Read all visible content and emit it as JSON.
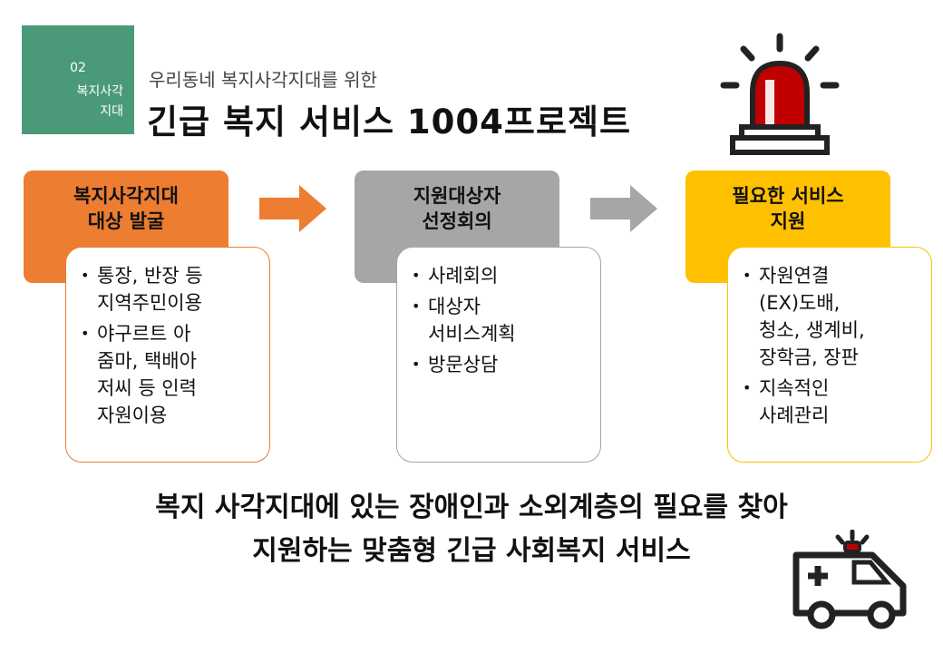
{
  "badge": {
    "number": "02",
    "label_line1": "복지사각",
    "label_line2": "지대"
  },
  "subtitle": "우리동네 복지사각지대를 위한",
  "title": "긴급 복지 서비스 1004프로젝트",
  "steps": [
    {
      "header_line1": "복지사각지대",
      "header_line2": "대상 발굴",
      "color": "#ec7d31",
      "items": [
        {
          "line1": "통장, 반장 등",
          "line2": "지역주민이용"
        },
        {
          "line1": "야구르트 아",
          "line2": "줌마, 택배아",
          "line3": "저씨 등 인력",
          "line4": "자원이용"
        }
      ]
    },
    {
      "header_line1": "지원대상자",
      "header_line2": "선정회의",
      "color": "#a6a6a6",
      "items": [
        {
          "line1": "사례회의"
        },
        {
          "line1": "대상자",
          "line2": "서비스계획"
        },
        {
          "line1": "방문상담"
        }
      ]
    },
    {
      "header_line1": "필요한 서비스",
      "header_line2": "지원",
      "color": "#ffc000",
      "items": [
        {
          "line1": "자원연결",
          "line2": "(EX)도배,",
          "line3": "청소, 생계비,",
          "line4": "장학금, 장판"
        },
        {
          "line1": "지속적인",
          "line2": "사례관리"
        }
      ]
    }
  ],
  "bottom_line1": "복지 사각지대에 있는 장애인과 소외계층의 필요를 찾아",
  "bottom_line2": "지원하는 맞춤형 긴급 사회복지 서비스",
  "icons": {
    "siren": "siren-icon",
    "ambulance": "ambulance-icon",
    "arrow": "arrow-right-icon"
  },
  "colors": {
    "badge": "#4a9a79",
    "siren_light": "#c00000",
    "arrow1": "#ec7d31",
    "arrow2": "#a6a6a6"
  }
}
